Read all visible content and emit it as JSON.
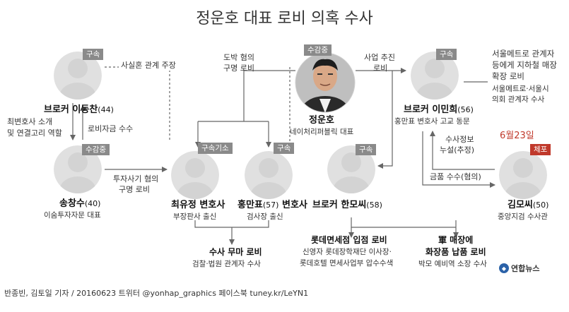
{
  "title": "정운호 대표 로비 의혹 수사",
  "colors": {
    "tag": "#8a8a8a",
    "tag_arrest": "#c0392b",
    "date": "#c0392b",
    "line": "#666666",
    "silhouette": "#e0e0e0",
    "silhouette_head": "#d3d3d3"
  },
  "people": {
    "lee": {
      "name": "브로커 이동찬",
      "age": "(44)",
      "tag": "구속"
    },
    "song": {
      "name": "송창수",
      "age": "(40)",
      "desc": "이숨투자자문 대표",
      "tag": "수감중"
    },
    "choi": {
      "name": "최유정 변호사",
      "desc": "부장판사 출신",
      "tag": "구속기소"
    },
    "hong": {
      "name": "홍만표",
      "age": "(57)",
      "name_suffix": " 변호사",
      "desc": "검사장 출신",
      "tag": "구속"
    },
    "jung": {
      "name": "정운호",
      "desc": "네이처리퍼블릭 대표",
      "tag": "수감중"
    },
    "han": {
      "name": "브로커 한모씨",
      "age": "(58)",
      "tag": "구속"
    },
    "lmh": {
      "name": "브로커 이민희",
      "age": "(56)",
      "desc": "홍만표 변호사 고교 동문",
      "tag": "구속"
    },
    "kim": {
      "name": "김모씨",
      "age": "(50)",
      "desc": "중앙지검 수사관",
      "tag": "체포",
      "date": "6월23일"
    }
  },
  "labels": {
    "marriage": "사실혼 관계 주장",
    "gambling_1": "도박 혐의",
    "gambling_2": "구명 로비",
    "business_1": "사업 추진",
    "business_2": "로비",
    "metro_1": "서울메트로 관계자",
    "metro_2": "등에게 지하철 매장",
    "metro_3": "확장 로비",
    "metro_inv_1": "서울메트로·서울시",
    "metro_inv_2": "의회 관계자 수사",
    "intro_1": "최변호사 소개",
    "intro_2": "및 연결고리 역할",
    "lobby_fund": "로비자금 수수",
    "fraud_1": "투자사기 혐의",
    "fraud_2": "구명 로비",
    "info_1": "수사정보",
    "info_2": "누설(추정)",
    "money": "금품 수수(혐의)"
  },
  "outcomes": {
    "mumar_title": "수사 무마 로비",
    "mumar_desc": "검찰·법원 관계자 수사",
    "lotte_title": "롯데면세점 입점 로비",
    "lotte_desc_1": "신영자 롯데장학재단 이사장·",
    "lotte_desc_2": "롯데호텔 면세사업부 압수수색",
    "army_title": "軍 매장에",
    "army_title_2": "화장품 납품 로비",
    "army_desc": "박모 예비역 소장 수사"
  },
  "footer": "반종빈, 김토일 기자 / 20160623  트위터 @yonhap_graphics  페이스북 tuney.kr/LeYN1",
  "logo": "연합뉴스"
}
